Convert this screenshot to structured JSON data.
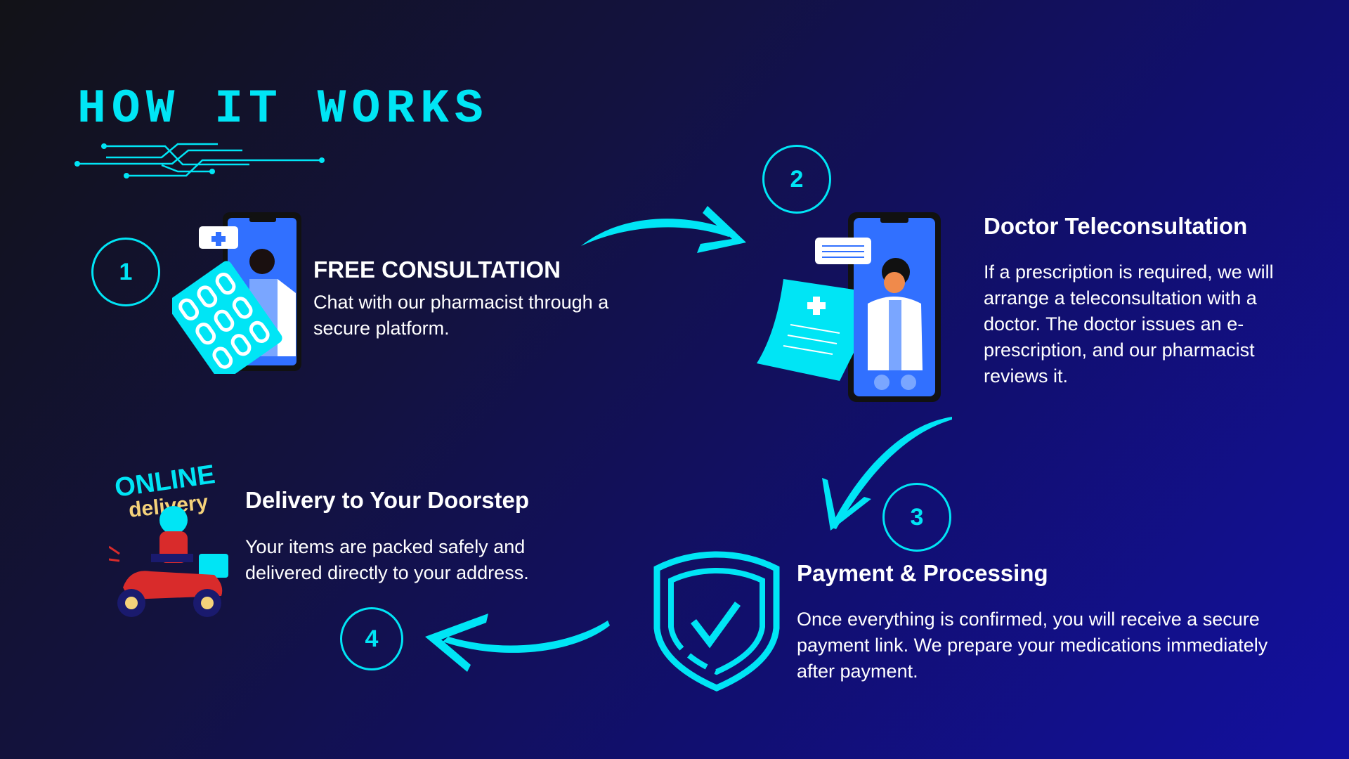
{
  "title": "HOW IT WORKS",
  "colors": {
    "accent": "#00e5f5",
    "text": "#ffffff",
    "phone_screen": "#3170ff"
  },
  "steps": [
    {
      "number": "1",
      "title": "FREE CONSULTATION",
      "body": "Chat with our pharmacist through a secure platform.",
      "icon": "phone-pharmacist-pill-icon"
    },
    {
      "number": "2",
      "title": "Doctor Teleconsultation",
      "body": "If a prescription is required, we will arrange a teleconsultation with a doctor. The doctor issues an e-prescription, and our pharmacist reviews it.",
      "icon": "phone-doctor-prescription-icon"
    },
    {
      "number": "3",
      "title": "Payment & Processing",
      "body": "Once everything is confirmed, you will receive a secure payment link. We prepare your medications immediately after payment.",
      "icon": "shield-check-icon"
    },
    {
      "number": "4",
      "title": "Delivery to Your Doorstep",
      "body": "Your items are packed safely and delivered directly to your address.",
      "icon": "scooter-delivery-icon"
    }
  ],
  "delivery_logo_text": {
    "line1": "ONLINE",
    "line2": "delivery"
  }
}
